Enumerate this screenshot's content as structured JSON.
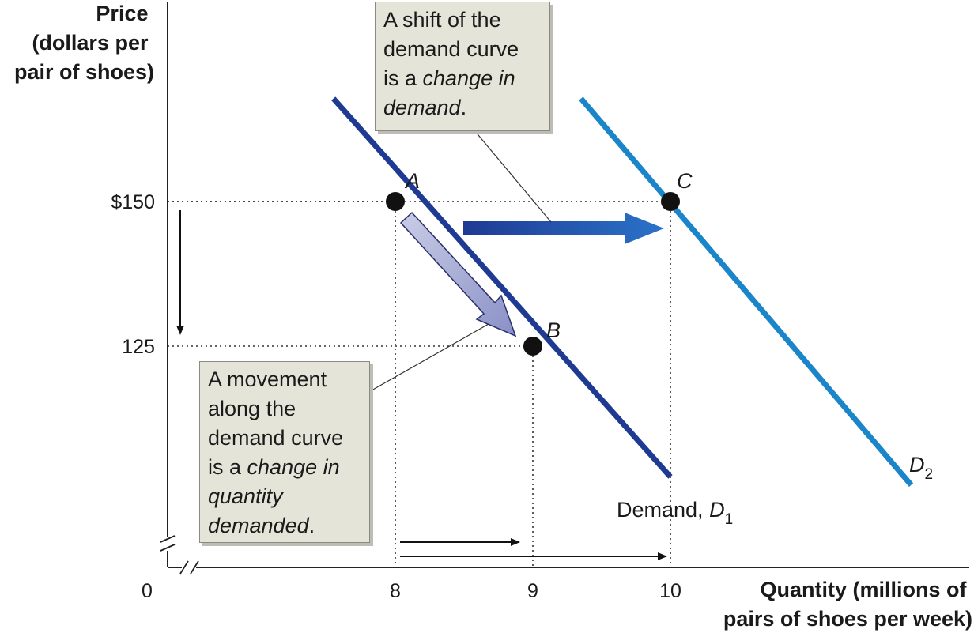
{
  "chart_data": {
    "type": "line",
    "y_axis_title": [
      "Price",
      "(dollars per",
      "pair of shoes)"
    ],
    "x_axis_title": [
      "Quantity (millions of",
      "pairs of shoes per week)"
    ],
    "x_ticks": [
      {
        "value": 0,
        "label": "0"
      },
      {
        "value": 8,
        "label": "8"
      },
      {
        "value": 9,
        "label": "9"
      },
      {
        "value": 10,
        "label": "10"
      }
    ],
    "y_ticks": [
      {
        "value": 150,
        "label": "$150"
      },
      {
        "value": 125,
        "label": "125"
      }
    ],
    "axis_breaks": true,
    "series": [
      {
        "name": "Demand, D1",
        "label_main": "Demand, ",
        "label_italic": "D",
        "label_sub": "1",
        "color": "#1f3a93",
        "x": [
          7.55,
          10.0
        ],
        "y": [
          167.8,
          102.4
        ]
      },
      {
        "name": "D2",
        "label_main": "",
        "label_italic": "D",
        "label_sub": "2",
        "color": "#1a86c9",
        "x": [
          9.35,
          11.75
        ],
        "y": [
          167.8,
          101.0
        ]
      }
    ],
    "points": [
      {
        "label": "A",
        "x": 8,
        "y": 150
      },
      {
        "label": "B",
        "x": 9,
        "y": 125
      },
      {
        "label": "C",
        "x": 10,
        "y": 150
      }
    ],
    "annotations": {
      "shift": [
        "A shift of the",
        "demand curve",
        "is a ",
        "change in",
        "demand",
        "."
      ],
      "movement": [
        "A movement",
        "along the",
        "demand curve",
        "is a ",
        "change in",
        "quantity",
        "demanded",
        "."
      ]
    },
    "colors": {
      "d1": "#1f3a93",
      "d2": "#1a86c9",
      "arrow": "#1f4fa8",
      "point": "#111111"
    }
  }
}
